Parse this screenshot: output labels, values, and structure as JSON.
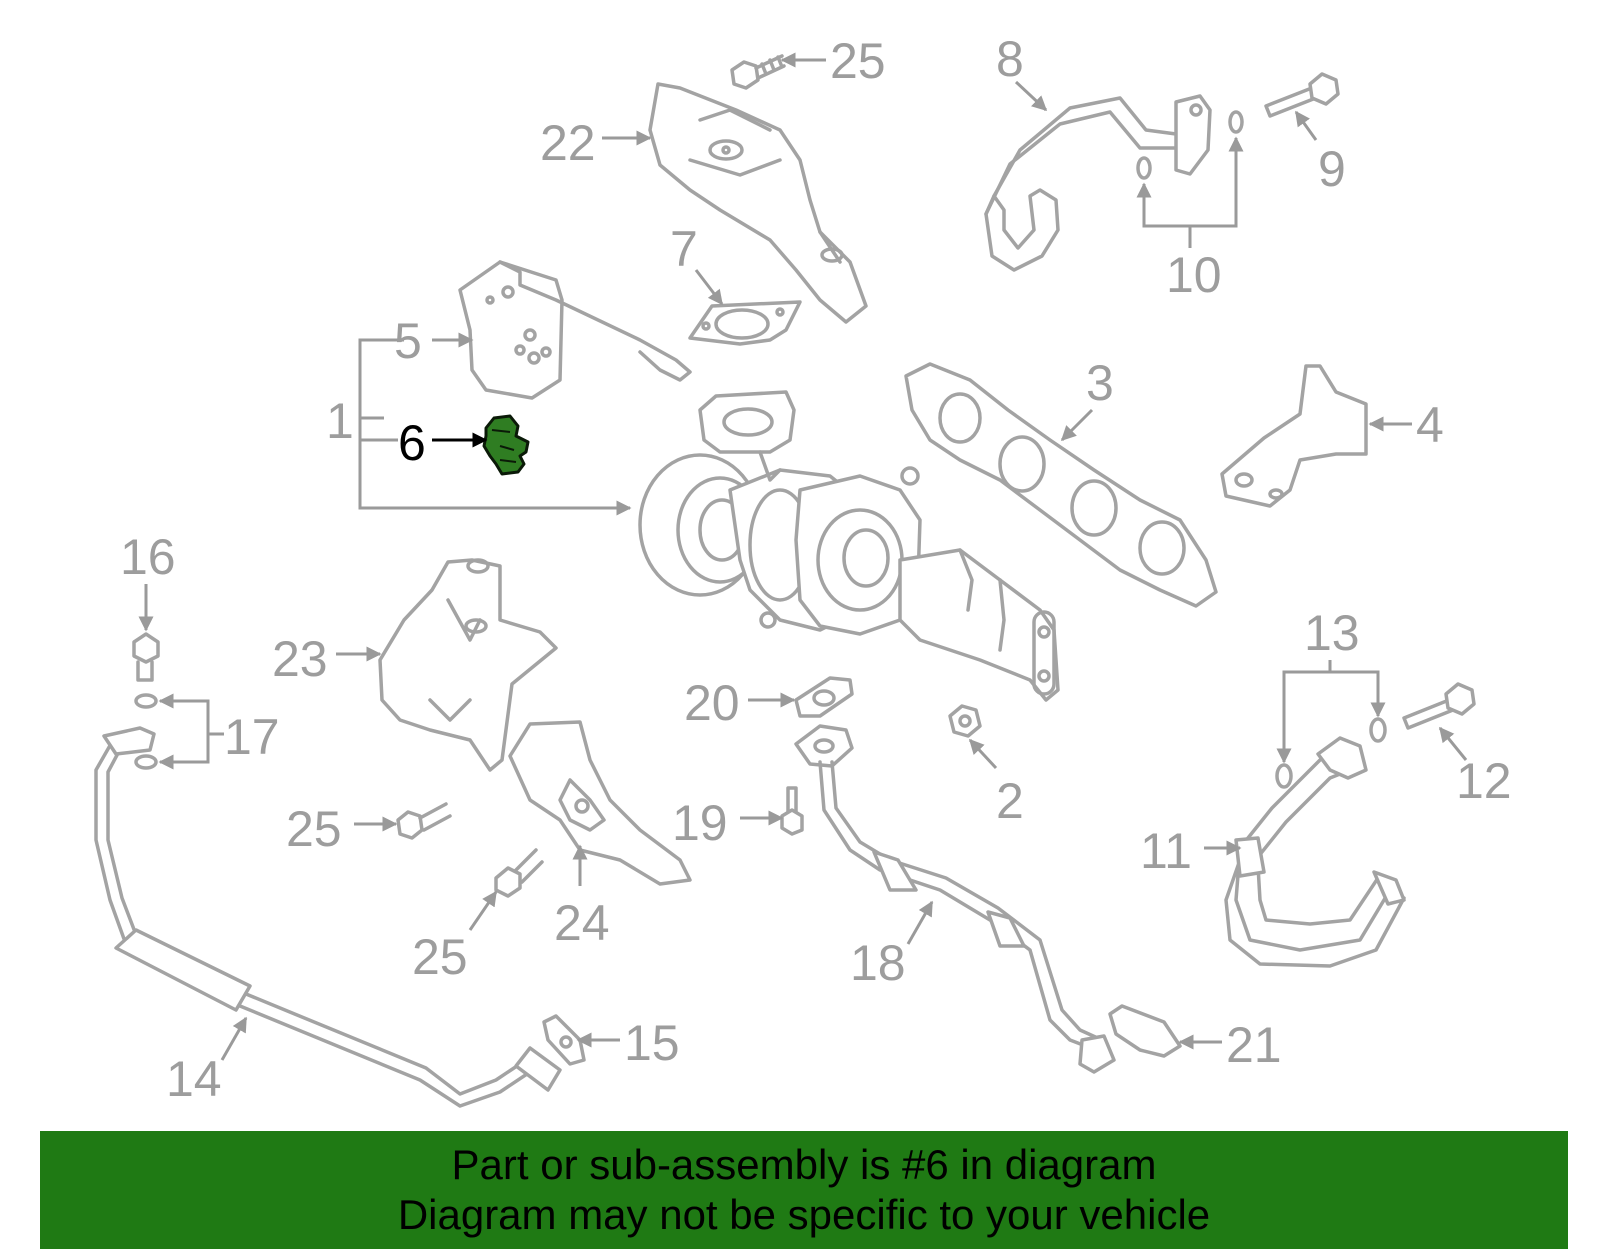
{
  "callouts": [
    {
      "id": "1",
      "text": "1"
    },
    {
      "id": "2",
      "text": "2"
    },
    {
      "id": "3",
      "text": "3"
    },
    {
      "id": "4",
      "text": "4"
    },
    {
      "id": "5",
      "text": "5"
    },
    {
      "id": "6",
      "text": "6",
      "highlighted": true
    },
    {
      "id": "7",
      "text": "7"
    },
    {
      "id": "8",
      "text": "8"
    },
    {
      "id": "9",
      "text": "9"
    },
    {
      "id": "10",
      "text": "10"
    },
    {
      "id": "11",
      "text": "11"
    },
    {
      "id": "12",
      "text": "12"
    },
    {
      "id": "13",
      "text": "13"
    },
    {
      "id": "14",
      "text": "14"
    },
    {
      "id": "15",
      "text": "15"
    },
    {
      "id": "16",
      "text": "16"
    },
    {
      "id": "17",
      "text": "17"
    },
    {
      "id": "18",
      "text": "18"
    },
    {
      "id": "19",
      "text": "19"
    },
    {
      "id": "20",
      "text": "20"
    },
    {
      "id": "21",
      "text": "21"
    },
    {
      "id": "22",
      "text": "22"
    },
    {
      "id": "23",
      "text": "23"
    },
    {
      "id": "24",
      "text": "24"
    },
    {
      "id": "25a",
      "text": "25"
    },
    {
      "id": "25b",
      "text": "25"
    },
    {
      "id": "25c",
      "text": "25"
    }
  ],
  "highlighted_part": "6",
  "colors": {
    "line_art": "#a3a3a3",
    "highlight_fill": "#2f7d22",
    "banner_background": "#1f7a14",
    "banner_text": "#000000"
  },
  "banner": {
    "line1": "Part or sub-assembly is #6 in diagram",
    "line2": "Diagram may not be specific to your vehicle"
  }
}
